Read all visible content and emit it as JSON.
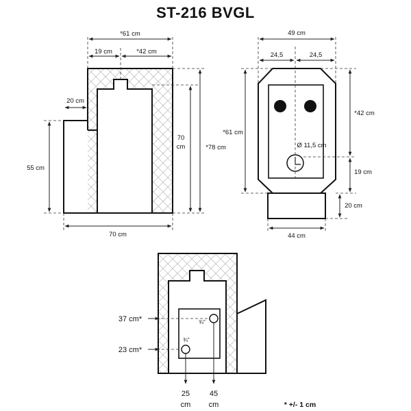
{
  "title": "ST-216 BVGL",
  "side_view": {
    "total_width_top": "*61 cm",
    "left_part": "19 cm",
    "right_part": "*42 cm",
    "step_width": "20 cm",
    "step_height": "55 cm",
    "inner_height": "70",
    "inner_height_unit": "cm",
    "total_height": "*78 cm",
    "base_width": "70 cm"
  },
  "front_view": {
    "total_width": "49 cm",
    "half_left": "24,5",
    "half_right": "24,5",
    "height": "*61 cm",
    "upper_height": "*42 cm",
    "pipe_diameter": "Ø 11,5 cm",
    "pipe_height": "19 cm",
    "base_height": "20 cm",
    "base_width": "44 cm"
  },
  "back_view": {
    "upper_connection_height": "37 cm*",
    "lower_connection_height": "23 cm*",
    "upper_connection_size": "¾\"",
    "lower_connection_size": "¾\"",
    "left_offset_value": "25",
    "left_offset_unit": "cm",
    "right_offset_value": "45",
    "right_offset_unit": "cm"
  },
  "tolerance_note": "* +/- 1 cm"
}
